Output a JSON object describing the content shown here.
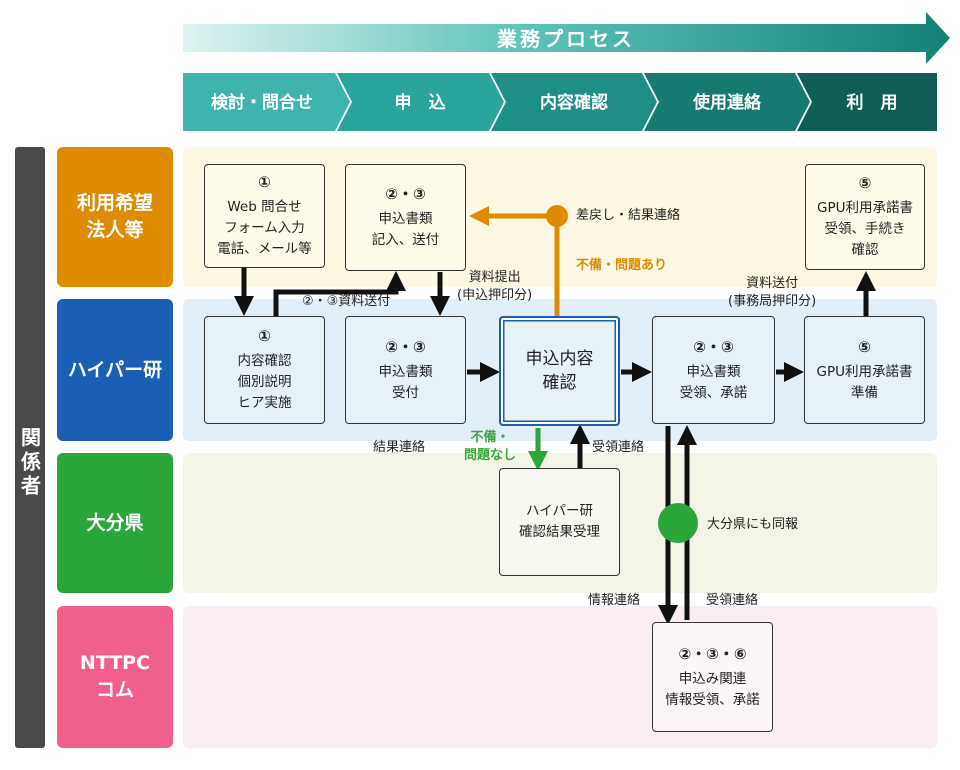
{
  "header": {
    "process_title": "業務プロセス",
    "stages": [
      "検討・問合せ",
      "申　込",
      "内容確認",
      "使用連絡",
      "利　用"
    ]
  },
  "side_label": "関係者",
  "lanes": [
    {
      "id": "applicant",
      "lines": [
        "利用希望",
        "法人等"
      ],
      "color": "#e08a00",
      "bg": "#fdf8e4"
    },
    {
      "id": "hyper",
      "lines": [
        "ハイパー研"
      ],
      "color": "#1a5fb4",
      "bg": "#e3eff8"
    },
    {
      "id": "oita",
      "lines": [
        "大分県"
      ],
      "color": "#2aa63a",
      "bg": "#f3f5e6"
    },
    {
      "id": "nttpc",
      "lines": [
        "NTTPC",
        "コム"
      ],
      "color": "#f0608a",
      "bg": "#fbeef2"
    }
  ],
  "nodes": {
    "a1": {
      "num": "①",
      "lines": [
        "Web 問合せ",
        "フォーム入力",
        "電話、メール等"
      ]
    },
    "a23": {
      "num": "②・③",
      "lines": [
        "申込書類",
        "記入、送付"
      ]
    },
    "a5": {
      "num": "⑤",
      "lines": [
        "GPU利用承諾書",
        "受領、手続き",
        "確認"
      ]
    },
    "h1": {
      "num": "①",
      "lines": [
        "内容確認",
        "個別説明",
        "ヒア実施"
      ]
    },
    "h23a": {
      "num": "②・③",
      "lines": [
        "申込書類",
        "受付"
      ]
    },
    "hcheck": {
      "lines": [
        "申込内容",
        "確認"
      ]
    },
    "h23b": {
      "num": "②・③",
      "lines": [
        "申込書類",
        "受領、承諾"
      ]
    },
    "h5": {
      "num": "⑤",
      "lines": [
        "GPU利用承諾書",
        "準備"
      ]
    },
    "o1": {
      "lines": [
        "ハイパー研",
        "確認結果受理"
      ]
    },
    "n236": {
      "num": "②・③・⑥",
      "lines": [
        "申込み関連",
        "情報受領、承諾"
      ]
    }
  },
  "labels": {
    "send_docs": "②・③資料送付",
    "submit_docs": [
      "資料提出",
      "(申込押印分)"
    ],
    "return_notify": "差戻し・結果連絡",
    "problem": "不備・問題あり",
    "no_problem": [
      "不備・",
      "問題なし"
    ],
    "result_notify": "結果連絡",
    "receipt_notify": "受領連絡",
    "doc_send_stamp": [
      "資料送付",
      "(事務局押印分)"
    ],
    "oita_notify": "大分県にも同報",
    "info_notify": "情報連絡",
    "receipt_notify2": "受領連絡"
  },
  "colors": {
    "stage_colors": [
      "#3db5ad",
      "#2aa59b",
      "#1e8f85",
      "#177a70",
      "#0f5e55"
    ],
    "orange": "#e08a00",
    "green": "#2aa63a",
    "arrow": "#111111"
  }
}
